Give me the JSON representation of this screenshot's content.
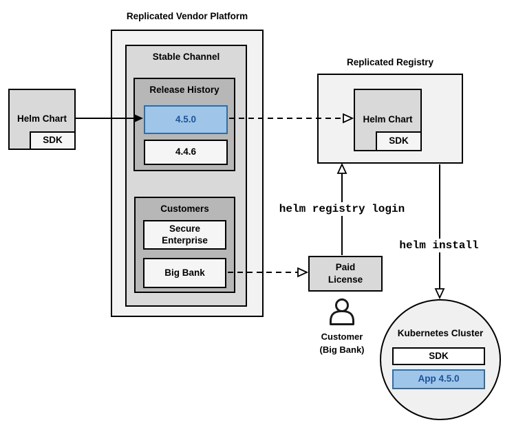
{
  "diagram": {
    "vendor_platform": {
      "title": "Replicated Vendor Platform",
      "stable_channel": {
        "title": "Stable Channel",
        "release_history": {
          "title": "Release History",
          "versions": [
            {
              "label": "4.5.0",
              "highlighted": true
            },
            {
              "label": "4.4.6",
              "highlighted": false
            }
          ]
        },
        "customers": {
          "title": "Customers",
          "items": [
            {
              "label": "Secure Enterprise"
            },
            {
              "label": "Big Bank"
            }
          ]
        }
      }
    },
    "source_helm_chart": {
      "label": "Helm Chart",
      "sdk": "SDK"
    },
    "registry": {
      "title": "Replicated Registry",
      "helm_chart": {
        "label": "Helm Chart",
        "sdk": "SDK"
      }
    },
    "commands": {
      "registry_login": "helm registry login",
      "install": "helm install"
    },
    "paid_license": {
      "line1": "Paid",
      "line2": "License"
    },
    "customer": {
      "line1": "Customer",
      "line2": "(Big Bank)"
    },
    "kubernetes_cluster": {
      "title": "Kubernetes Cluster",
      "sdk": "SDK",
      "app": "App 4.5.0"
    },
    "icons": [
      {
        "name": "person-icon",
        "meaning": "customer user figure"
      }
    ],
    "colors": {
      "highlight_fill": "#9fc5e8",
      "highlight_border": "#2e6da4",
      "highlight_text": "#1b5299",
      "container_fill": "#f2f2f2",
      "group_fill": "#d9d9d9",
      "inner_group_fill": "#b7b7b7",
      "item_fill": "#f5f5f5"
    }
  }
}
